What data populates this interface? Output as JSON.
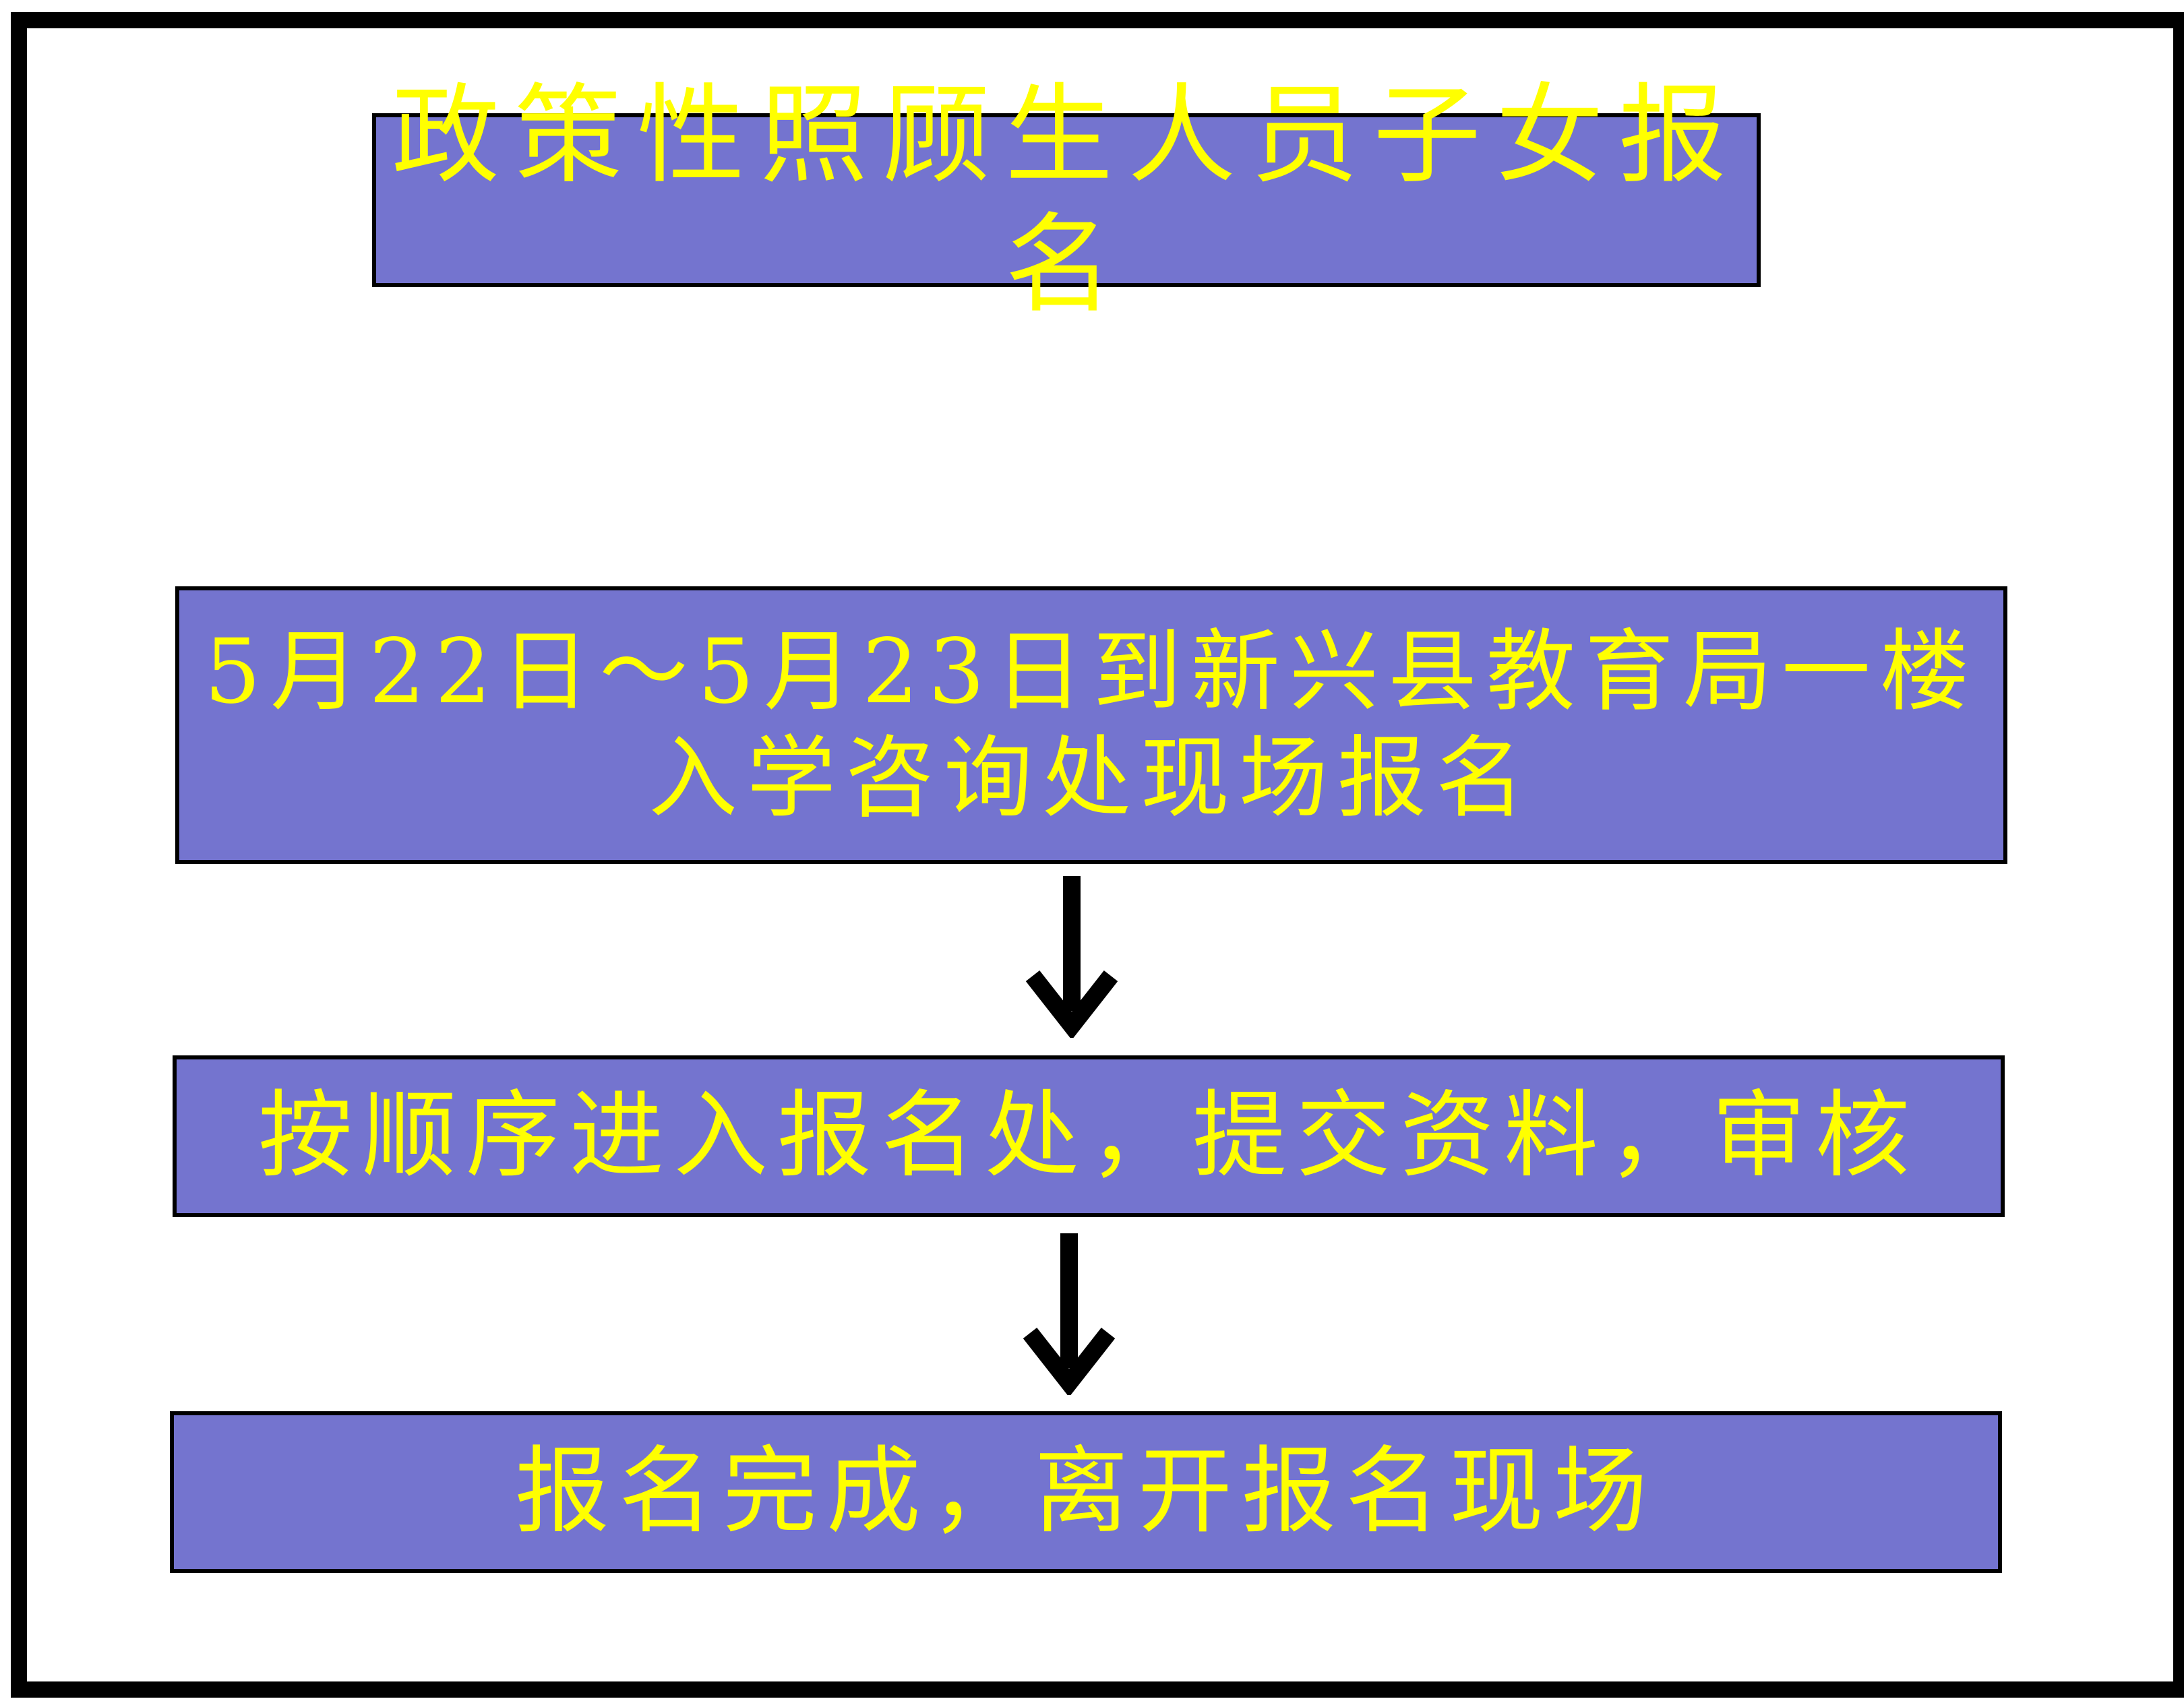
{
  "diagram": {
    "title": "政策性照顾生人员子女报名",
    "steps": [
      {
        "line1": "5月22日～5月23日到新兴县教育局一楼",
        "line2": "入学咨询处现场报名"
      },
      {
        "text": "按顺序进入报名处，提交资料，审核"
      },
      {
        "text": "报名完成，离开报名现场"
      }
    ]
  },
  "colors": {
    "box_fill": "#7474cf",
    "box_text": "#ffff00",
    "border": "#000000",
    "background": "#ffffff"
  },
  "icons": {
    "connector": "down-arrow-icon"
  }
}
